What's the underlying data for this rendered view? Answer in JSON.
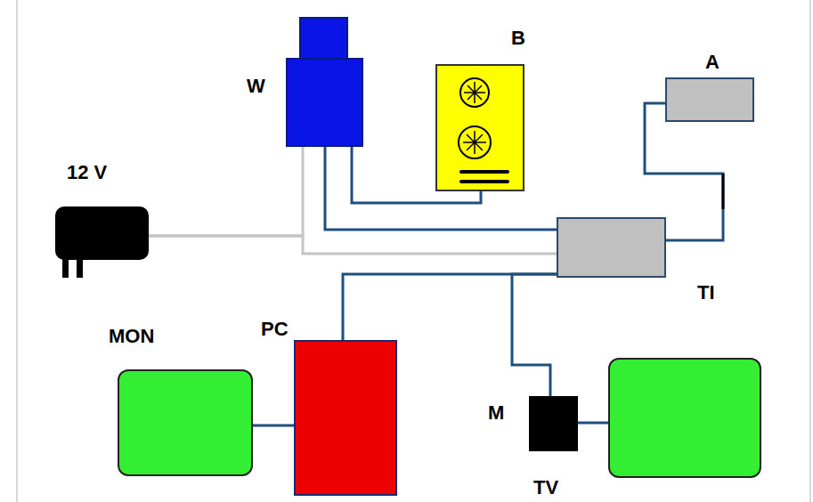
{
  "diagram": {
    "nodes": [
      {
        "text": [
          "W"
        ]
      },
      {
        "text": [
          "B"
        ]
      },
      {
        "text": [
          "A"
        ]
      },
      {
        "text": [
          "12 V"
        ]
      },
      {
        "text": [
          "TI"
        ]
      },
      {
        "text": [
          "MON"
        ]
      },
      {
        "text": [
          "PC"
        ]
      },
      {
        "text": [
          "M"
        ]
      },
      {
        "text": [
          "TV"
        ]
      }
    ],
    "edges": [
      {
        "from": 0,
        "to": 1,
        "arrow": "none"
      },
      {
        "from": 0,
        "to": 4,
        "arrow": "none"
      },
      {
        "from": 3,
        "to": 0,
        "arrow": "none"
      },
      {
        "from": 3,
        "to": 4,
        "arrow": "none"
      },
      {
        "from": 2,
        "to": 4,
        "arrow": "none"
      },
      {
        "from": 4,
        "to": 6,
        "arrow": "none"
      },
      {
        "from": 4,
        "to": 7,
        "arrow": "none"
      },
      {
        "from": 5,
        "to": 6,
        "arrow": "none"
      },
      {
        "from": 7,
        "to": 8,
        "arrow": "none"
      }
    ]
  }
}
